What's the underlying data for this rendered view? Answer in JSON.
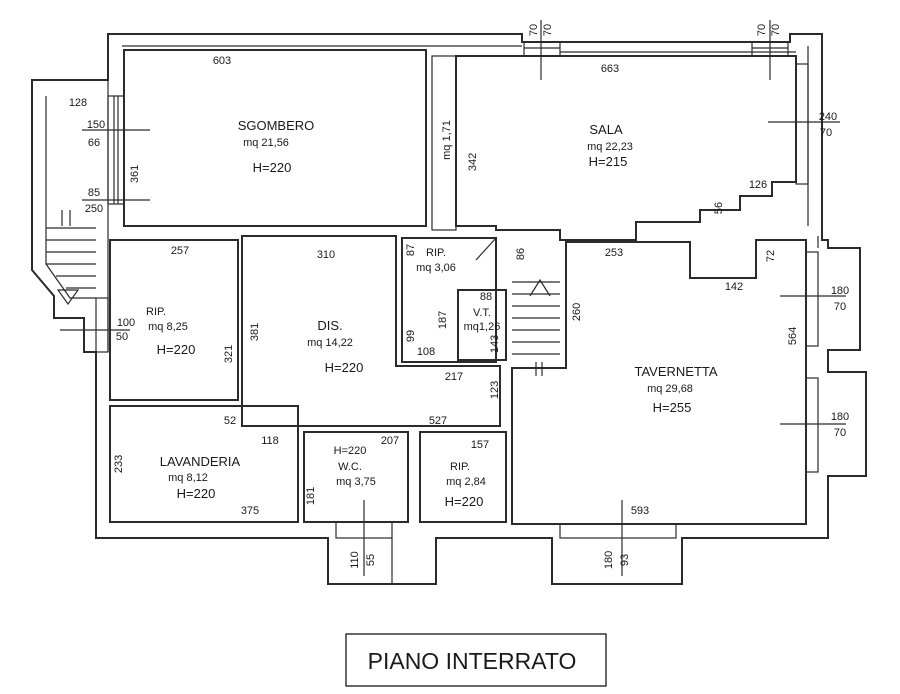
{
  "title": "PIANO INTERRATO",
  "rooms": {
    "sgombero": {
      "name": "SGOMBERO",
      "area": "mq 21,56",
      "height": "H=220"
    },
    "sala": {
      "name": "SALA",
      "area": "mq 22,23",
      "height": "H=215"
    },
    "rip_small": {
      "name": "RIP.",
      "area": "mq 3,06"
    },
    "vt": {
      "name": "V.T.",
      "area": "mq1,26"
    },
    "rip_left": {
      "name": "RIP.",
      "area": "mq 8,25",
      "height": "H=220"
    },
    "dis": {
      "name": "DIS.",
      "area": "mq 14,22",
      "height": "H=220"
    },
    "tavernetta": {
      "name": "TAVERNETTA",
      "area": "mq 29,68",
      "height": "H=255"
    },
    "lavanderia": {
      "name": "LAVANDERIA",
      "area": "mq 8,12",
      "height": "H=220"
    },
    "wc": {
      "name": "W.C.",
      "height": "H=220",
      "area": "mq 3,75"
    },
    "rip_bottom": {
      "name": "RIP.",
      "area": "mq 2,84",
      "height": "H=220"
    }
  },
  "dimensions": {
    "d603": "603",
    "d663": "663",
    "d70a": "70",
    "d70b": "70",
    "d70c": "70",
    "d70d": "70",
    "d128": "128",
    "d150": "150",
    "d66": "66",
    "d361": "361",
    "d85": "85",
    "d250": "250",
    "d171": "mq 1,71",
    "d342": "342",
    "d240": "240",
    "d70e": "70",
    "d126": "126",
    "d56": "56",
    "d257": "257",
    "d310": "310",
    "d87": "87",
    "d86": "86",
    "d253": "253",
    "d72": "72",
    "d142": "142",
    "d180a": "180",
    "d70f": "70",
    "d100": "100",
    "d50": "50",
    "d381": "381",
    "d321": "321",
    "d99": "99",
    "d187": "187",
    "d108": "108",
    "d88": "88",
    "d143": "143",
    "d260": "260",
    "d564": "564",
    "d217": "217",
    "d123": "123",
    "d52": "52",
    "d527": "527",
    "d180b": "180",
    "d70g": "70",
    "d233": "233",
    "d118": "118",
    "d207": "207",
    "d157": "157",
    "d375": "375",
    "d181": "181",
    "d593": "593",
    "d110": "110",
    "d55": "55",
    "d180c": "180",
    "d93": "93"
  }
}
